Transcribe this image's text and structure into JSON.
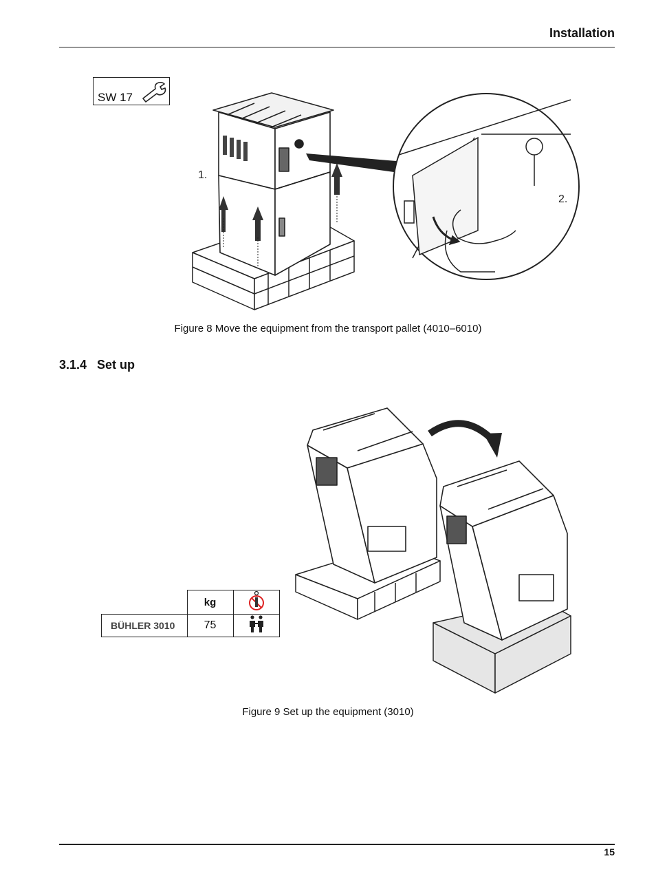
{
  "header": {
    "section_title": "Installation"
  },
  "figure8": {
    "wrench_label": "SW 17",
    "step1": "1.",
    "step2": "2.",
    "caption": "Figure 8 Move the equipment from the transport pallet (4010–6010)"
  },
  "section": {
    "heading": "3.1.4   Set up"
  },
  "weight_table": {
    "unit_header": "kg",
    "model": "BÜHLER 3010",
    "weight": "75"
  },
  "figure9": {
    "caption": "Figure 9 Set up the equipment (3010)"
  },
  "footer": {
    "page_number": "15"
  }
}
